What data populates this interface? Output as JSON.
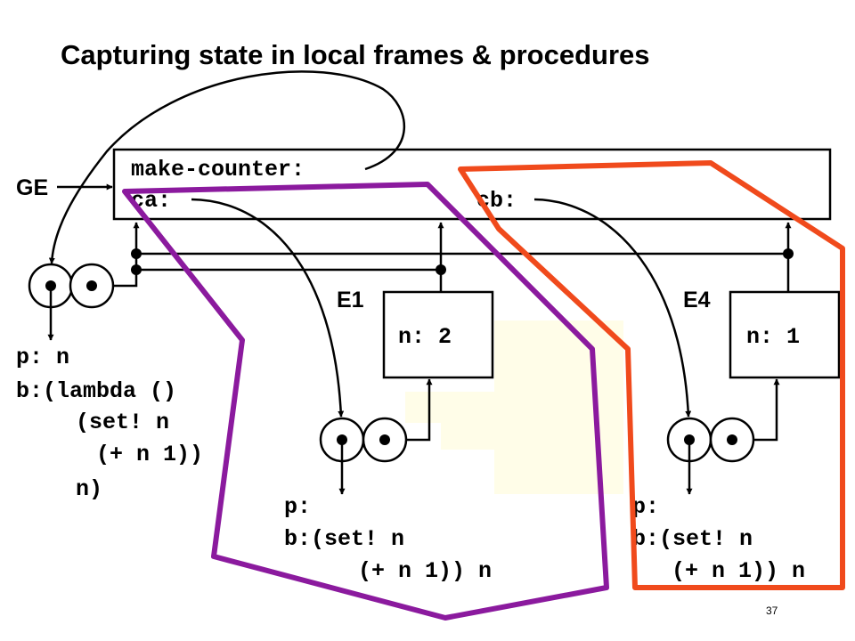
{
  "title": "Capturing state in local frames & procedures",
  "global_env": {
    "label": "GE",
    "bindings": [
      "make-counter:",
      "ca:",
      "cb:"
    ]
  },
  "frames": [
    {
      "label": "E1",
      "binding": "n: 2"
    },
    {
      "label": "E4",
      "binding": "n: 1"
    }
  ],
  "procedures": {
    "make_counter": {
      "params": "p: n",
      "body_lines": [
        "b:(lambda ()",
        "(set! n",
        "(+ n 1))",
        "n)"
      ]
    },
    "counter_a": {
      "params": "p:",
      "body_lines": [
        "b:(set! n",
        "(+ n 1)) n"
      ]
    },
    "counter_b": {
      "params": "p:",
      "body_lines": [
        "b:(set! n",
        "(+ n 1)) n"
      ]
    }
  },
  "page_number": "37",
  "colors": {
    "purple_outline": "#8B1A9E",
    "orange_outline": "#F04A1C",
    "yellow_highlight": "#FFFDE8",
    "ink": "#000000"
  }
}
